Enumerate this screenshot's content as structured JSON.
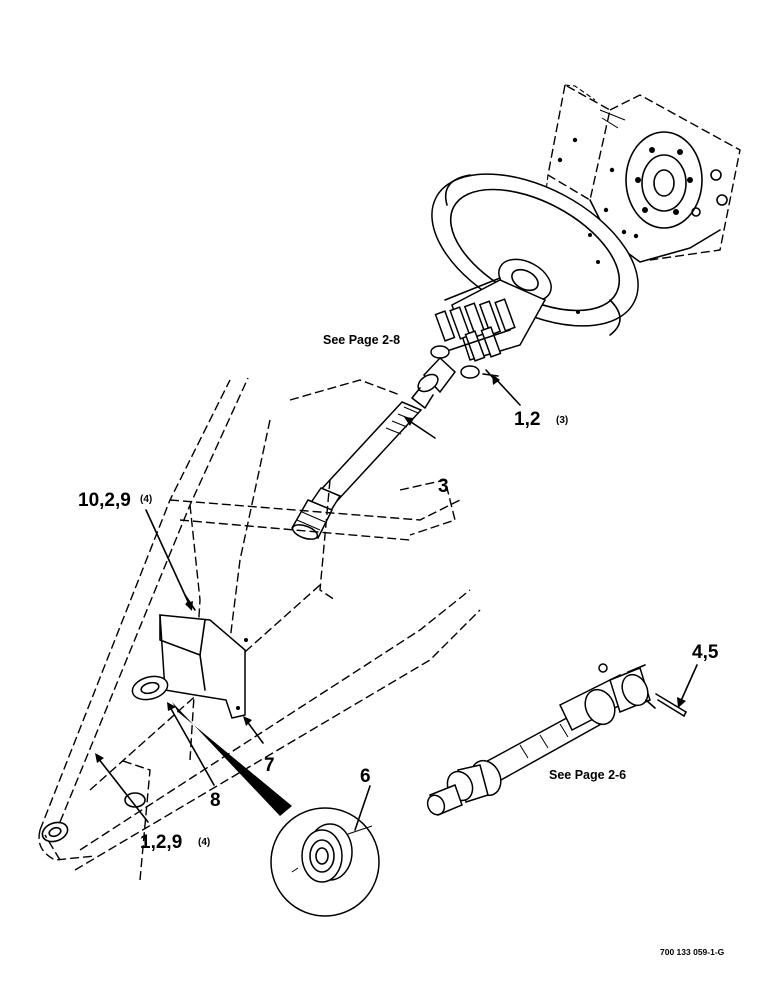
{
  "callouts": {
    "c_1_2": "1,2",
    "c_1_2_qty": "(3)",
    "c_3": "3",
    "c_10_2_9": "10,2,9",
    "c_10_2_9_qty": "(4)",
    "c_4_5": "4,5",
    "c_6": "6",
    "c_7": "7",
    "c_8": "8",
    "c_1_2_9": "1,2,9",
    "c_1_2_9_qty": "(4)"
  },
  "references": {
    "top": "See Page 2-8",
    "bottom": "See Page 2-6"
  },
  "drawing_number": "700 133 059-1-G"
}
